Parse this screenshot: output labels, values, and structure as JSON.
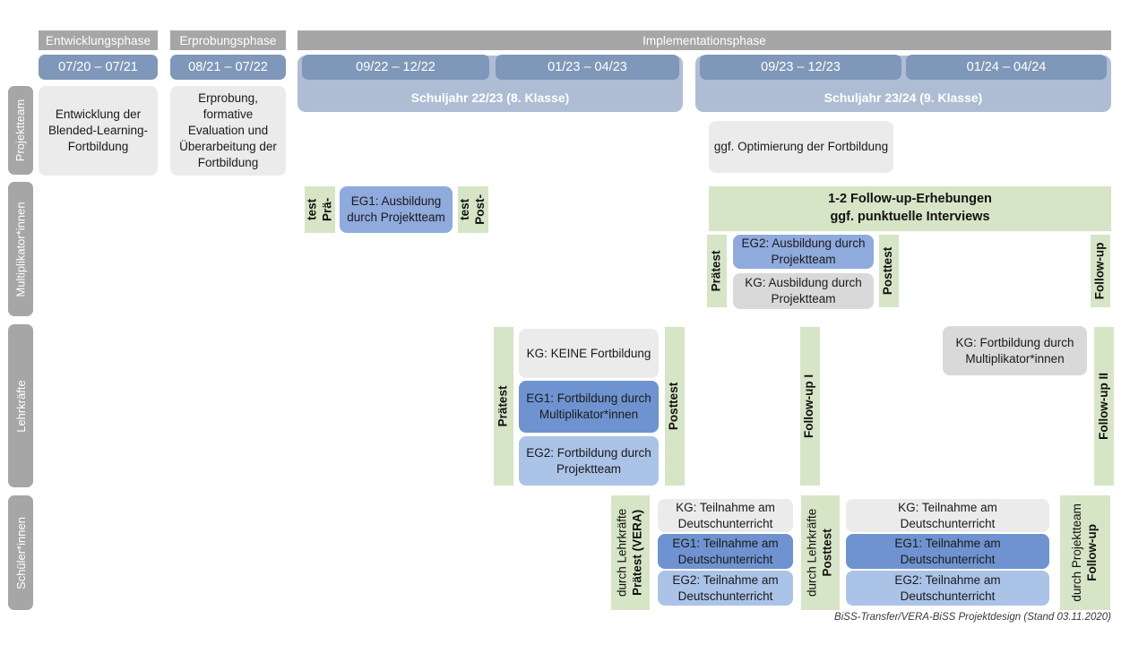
{
  "title": "BiSS-Transfer / VERA-BiSS Projektdesign",
  "colors": {
    "phase_header": "#a6a6a6",
    "period_pill": "#7f97b8",
    "school_year": "#aebdd4",
    "green_strip": "#d6e5c6",
    "kg_gray": "#d9d9d9",
    "eg1_blue": "#6f93d0",
    "eg2_blue": "#acc3e8",
    "project_blue": "#8faadc",
    "neutral_box": "#ebebeb"
  },
  "phases": [
    {
      "label": "Entwicklungsphase"
    },
    {
      "label": "Erprobungsphase"
    },
    {
      "label": "Implementationsphase"
    }
  ],
  "periods": [
    {
      "label": "07/20 – 07/21"
    },
    {
      "label": "08/21 – 07/22"
    },
    {
      "label": "09/22 – 12/22"
    },
    {
      "label": "01/23 – 04/23"
    },
    {
      "label": "09/23 – 12/23"
    },
    {
      "label": "01/24 – 04/24"
    }
  ],
  "school_years": [
    {
      "label": "Schuljahr 22/23 (8. Klasse)"
    },
    {
      "label": "Schuljahr 23/24 (9. Klasse)"
    }
  ],
  "rows": [
    {
      "label": "Projektteam"
    },
    {
      "label": "Multiplikator*innen"
    },
    {
      "label": "Lehrkräfte"
    },
    {
      "label": "Schüler*innen"
    }
  ],
  "projektteam": {
    "entwicklung": "Entwicklung der Blended-Learning-Fortbildung",
    "erprobung": "Erprobung, formative Evaluation und Überarbeitung der Fortbildung",
    "optimierung": "ggf. Optimierung der Fortbildung"
  },
  "multiplikatoren": {
    "praetest_1": "Prä-test",
    "praetest_1_l1": "Prä-",
    "praetest_1_l2": "test",
    "eg1": "EG1: Ausbildung durch Projektteam",
    "posttest_1_l1": "Post-",
    "posttest_1_l2": "test",
    "banner": "1-2 Follow-up-Erhebungen ggf. punktuelle Interviews",
    "banner_line1": "1-2 Follow-up-Erhebungen",
    "banner_line2": "ggf. punktuelle Interviews",
    "praetest_2": "Prätest",
    "eg2": "EG2: Ausbildung durch Projektteam",
    "kg": "KG: Ausbildung durch Projektteam",
    "posttest_2": "Posttest",
    "followup": "Follow-up"
  },
  "lehrkraefte": {
    "praetest": "Prätest",
    "kg_keine": "KG: KEINE Fortbildung",
    "eg1": "EG1: Fortbildung durch Multiplikator*innen",
    "eg2": "EG2: Fortbildung durch Projektteam",
    "posttest": "Posttest",
    "followup_1": "Follow-up I",
    "kg_fortbildung": "KG: Fortbildung durch Multiplikator*innen",
    "followup_2": "Follow-up II"
  },
  "schueler": {
    "praetest_l1": "Prätest (VERA)",
    "praetest_l2": "durch Lehrkräfte",
    "kg_a": "KG: Teilnahme am Deutschunterricht",
    "eg1_a": "EG1: Teilnahme am Deutschunterricht",
    "eg2_a": "EG2: Teilnahme am Deutschunterricht",
    "posttest_l1": "Posttest",
    "posttest_l2": "durch Lehrkräfte",
    "kg_b": "KG: Teilnahme am Deutschunterricht",
    "eg1_b": "EG1: Teilnahme am Deutschunterricht",
    "eg2_b": "EG2: Teilnahme am Deutschunterricht",
    "followup_l1": "Follow-up",
    "followup_l2": "durch Projektteam"
  },
  "footer": "BiSS-Transfer/VERA-BiSS Projektdesign (Stand 03.11.2020)"
}
